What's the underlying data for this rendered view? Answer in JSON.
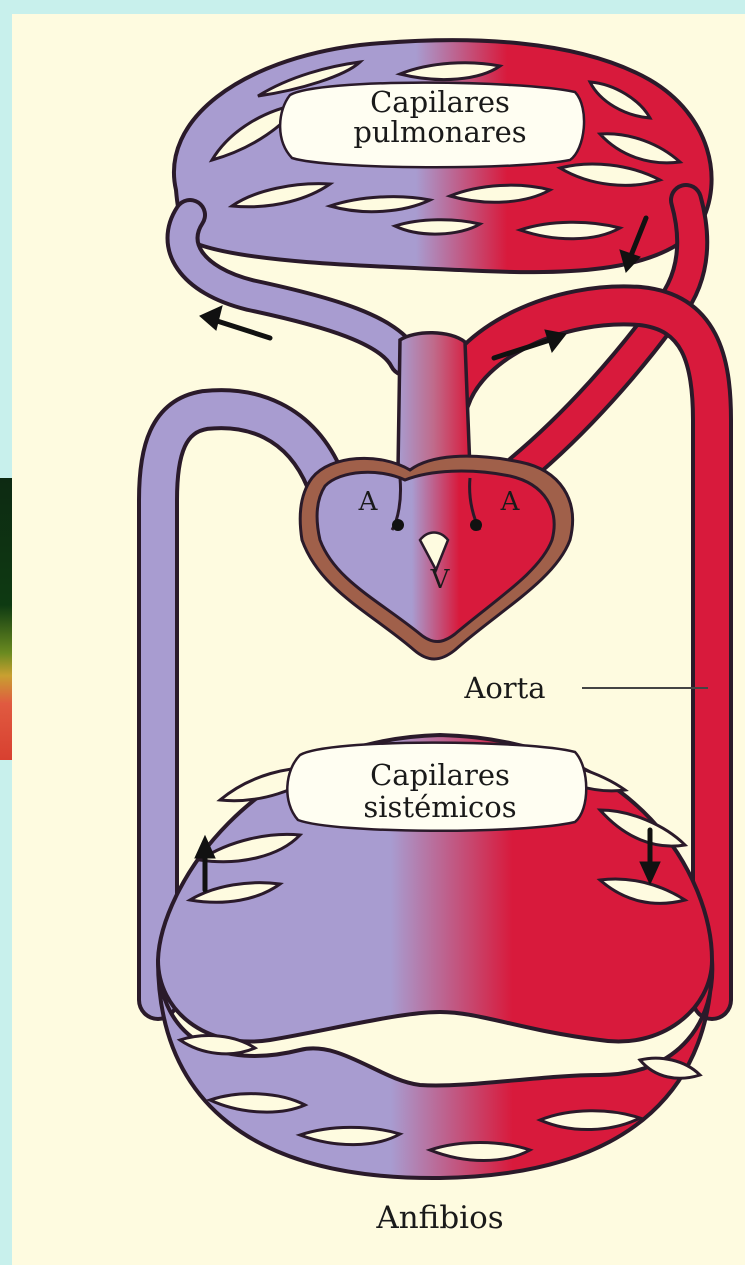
{
  "labels": {
    "pulmonary_capillaries_line1": "Capilares",
    "pulmonary_capillaries_line2": "pulmonares",
    "atrium_left": "A",
    "atrium_right": "A",
    "ventricle": "V",
    "aorta": "Aorta",
    "systemic_capillaries_line1": "Capilares",
    "systemic_capillaries_line2": "sistémicos",
    "caption": "Anfibios"
  },
  "colors": {
    "page_background": "#c8f0ec",
    "panel_background": "#fefbe0",
    "deoxygenated_blood": "#a89cd0",
    "oxygenated_blood": "#d81a3c",
    "vessel_outline": "#2a1a2a",
    "heart_wall": "#a0604a",
    "arrow": "#111111"
  },
  "icons": [
    "arrow-left-icon",
    "arrow-right-icon",
    "arrow-down-icon",
    "arrow-up-icon"
  ]
}
